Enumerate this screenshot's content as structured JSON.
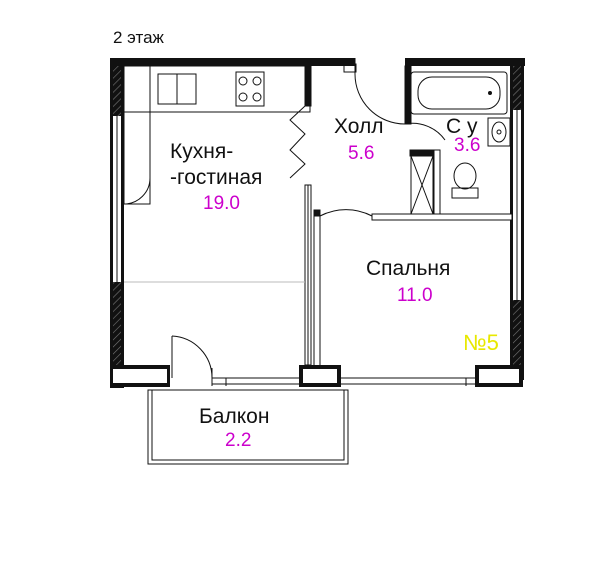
{
  "floor_label": "2 этаж",
  "apartment_number": "№5",
  "colors": {
    "area_text": "#cc00cc",
    "apartment_number": "#e8e800",
    "walls": "#111111",
    "wall_fill": "#9a9a9a"
  },
  "rooms": {
    "kitchen": {
      "name_line1": "Кухня-",
      "name_line2": "-гостиная",
      "area": "19.0"
    },
    "hall": {
      "name": "Холл",
      "area": "5.6"
    },
    "bathroom": {
      "name": "С у",
      "area": "3.6"
    },
    "bedroom": {
      "name": "Спальня",
      "area": "11.0"
    },
    "balcony": {
      "name": "Балкон",
      "area": "2.2"
    }
  }
}
